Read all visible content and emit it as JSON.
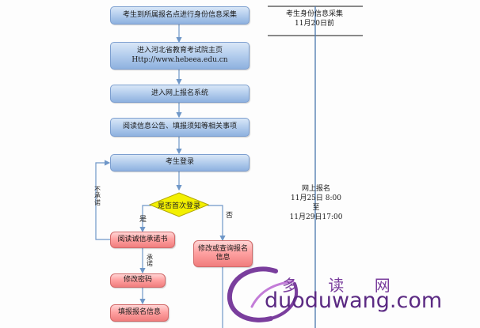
{
  "flowchart": {
    "steps": {
      "collect_id": "考生到所属报名点进行身份信息采集",
      "enter_site": "进入河北省教育考试院主页\nHttp://www.hebeea.edu.cn",
      "enter_system": "进入网上报名系统",
      "read_notice": "阅读信息公告、填报须知等相关事项",
      "login": "考生登录",
      "first_login": "是否首次登录",
      "read_commitment": "阅读诚信承诺书",
      "change_password": "修改密码",
      "fill_info": "填报报名信息",
      "modify_query": "修改或查询报名\n信息"
    },
    "branch_labels": {
      "yes": "是",
      "no": "否",
      "not_commit": "不\n承\n诺",
      "commit": "承\n诺"
    }
  },
  "timeline": {
    "top_label": "考生身份信息采集\n11月20日前",
    "mid_label": "网上报名\n11月25日 8:00\n至\n11月29日17:00"
  },
  "watermark": {
    "chinese": "多 读 网",
    "url": "duoduwang.com"
  },
  "colors": {
    "blue_box": "#b6cfee",
    "red_box": "#ffa2a2",
    "diamond": "#f3f000",
    "line": "#6f97c8",
    "watermark": "#5b2a83"
  }
}
